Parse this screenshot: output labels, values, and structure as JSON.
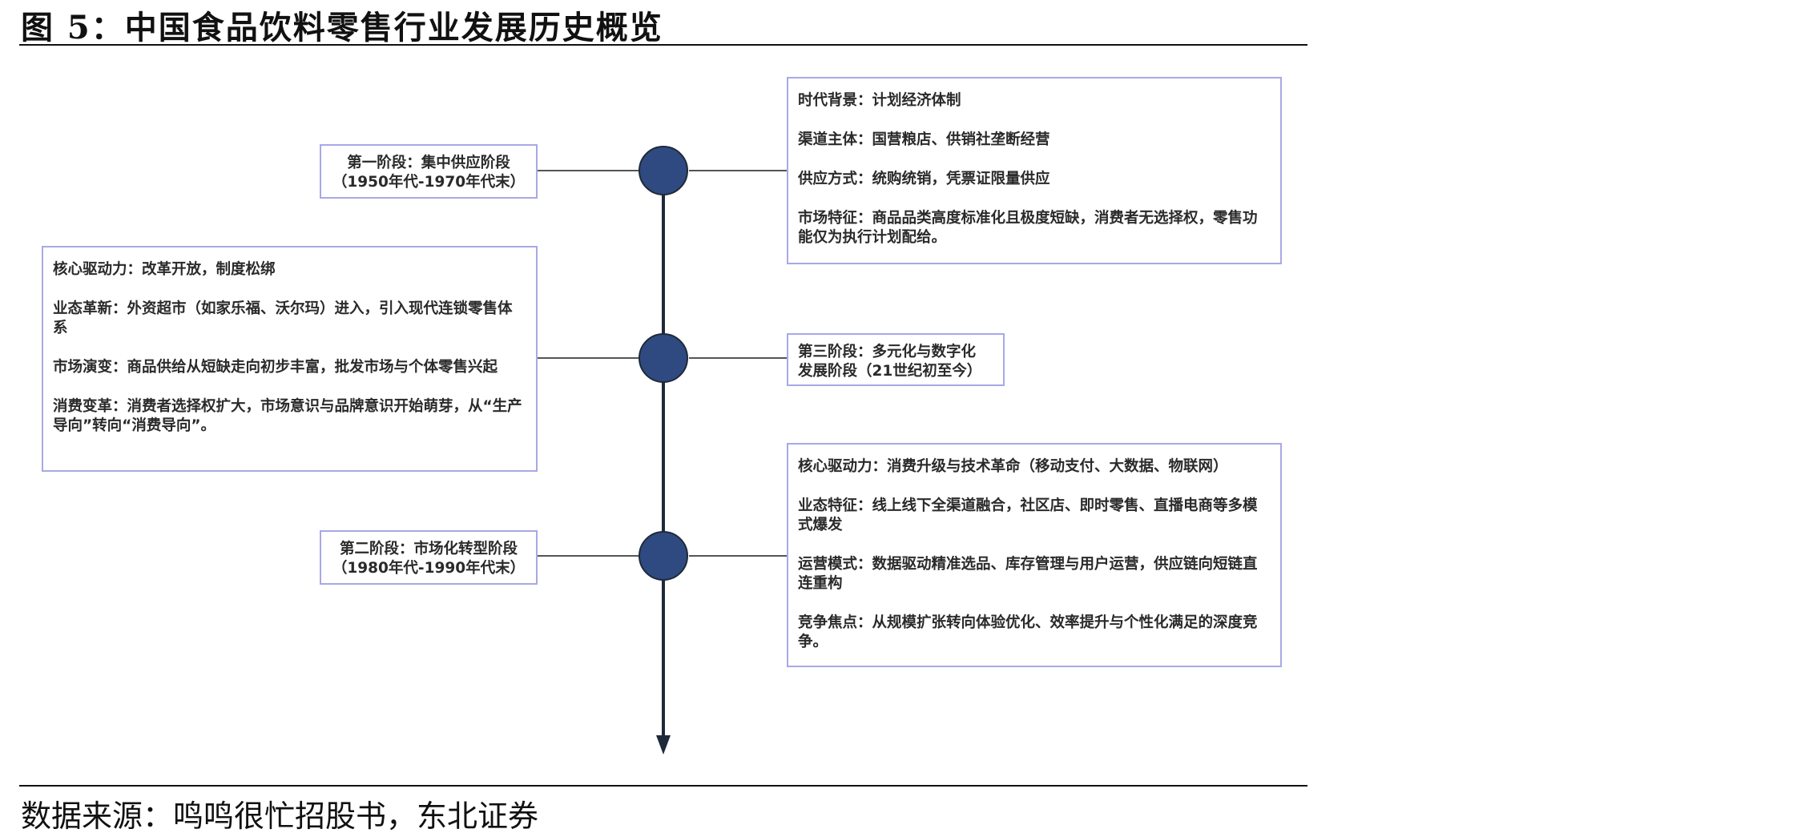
{
  "figure": {
    "title": "图 5：中国食品饮料零售行业发展历史概览",
    "source": "数据来源：鸣鸣很忙招股书，东北证券"
  },
  "stages": {
    "stage1": {
      "line1": "第一阶段：集中供应阶段",
      "line2": "（1950年代-1970年代末）"
    },
    "stage2": {
      "line1": "第二阶段：市场化转型阶段",
      "line2": "（1980年代-1990年代末）"
    },
    "stage3": {
      "line1": "第三阶段：多元化与数字化",
      "line2": "发展阶段（21世纪初至今）"
    }
  },
  "details": {
    "stage1": [
      "时代背景：计划经济体制",
      "渠道主体：国营粮店、供销社垄断经营",
      "供应方式：统购统销，凭票证限量供应",
      "市场特征：商品品类高度标准化且极度短缺，消费者无选择权，零售功能仅为执行计划配给。"
    ],
    "stage2": [
      "核心驱动力：改革开放，制度松绑",
      "业态革新：外资超市（如家乐福、沃尔玛）进入，引入现代连锁零售体系",
      "市场演变：商品供给从短缺走向初步丰富，批发市场与个体零售兴起",
      "消费变革：消费者选择权扩大，市场意识与品牌意识开始萌芽，从“生产导向”转向“消费导向”。"
    ],
    "stage3": [
      "核心驱动力：消费升级与技术革命（移动支付、大数据、物联网）",
      "业态特征：线上线下全渠道融合，社区店、即时零售、直播电商等多模式爆发",
      "运营模式：数据驱动精准选品、库存管理与用户运营，供应链向短链直连重构",
      "竞争焦点：从规模扩张转向体验优化、效率提升与个性化满足的深度竞争。"
    ]
  },
  "colors": {
    "node_fill": "#2f4a80",
    "axis": "#1e2a3a",
    "box_border": "#a8a8e8"
  }
}
